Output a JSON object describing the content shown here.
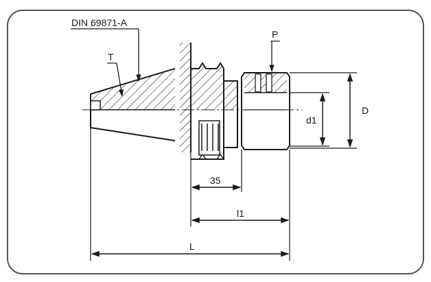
{
  "labels": {
    "standard": "DIN 69871-A",
    "taper": "T",
    "screw": "P",
    "d1": "d1",
    "D": "D",
    "dim35": "35",
    "l1": "l1",
    "L": "L"
  },
  "colors": {
    "line": "#1a1a1a",
    "frame": "#555555",
    "background": "#ffffff"
  }
}
